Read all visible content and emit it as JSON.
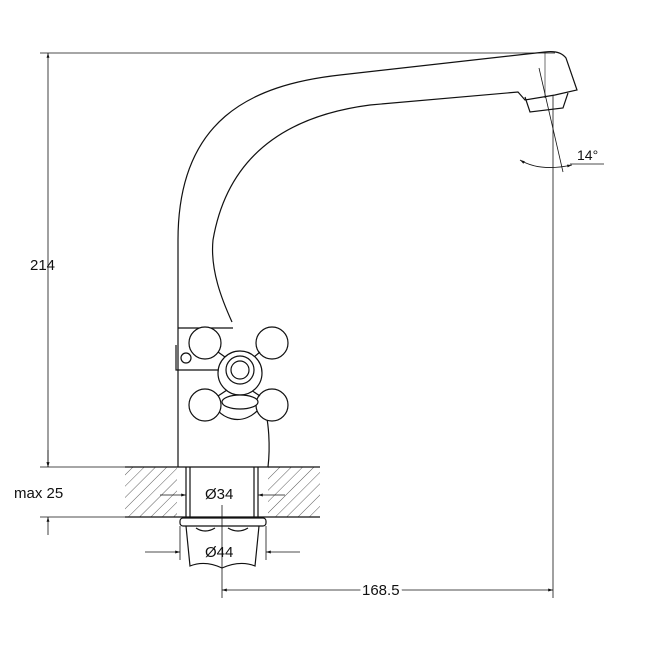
{
  "dimensions": {
    "height": "214",
    "countertop_max": "max 25",
    "hole_diameter": "Ø34",
    "nut_diameter": "Ø44",
    "reach": "168.5",
    "spout_angle": "14°"
  },
  "colors": {
    "line": "#111111",
    "background": "#ffffff"
  }
}
